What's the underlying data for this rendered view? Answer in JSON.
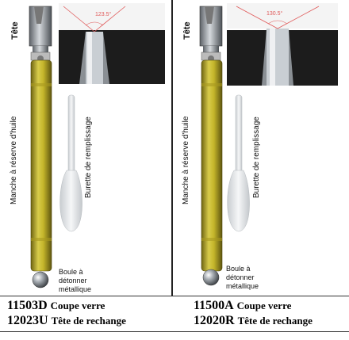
{
  "panels": [
    {
      "head_label": "Tête",
      "handle_label": "Manche à réserve d'huile",
      "burette_label": "Burette de remplissage",
      "ball_note": [
        "Boule à",
        "détonner",
        "métallique"
      ],
      "angle": "123.5°"
    },
    {
      "head_label": "Tête",
      "handle_label": "Manche à réserve d'huile",
      "burette_label": "Burette de remplissage",
      "ball_note": [
        "Boule à",
        "détonner",
        "métallique"
      ],
      "angle": "130.5°"
    }
  ],
  "products": [
    {
      "rows": [
        {
          "code": "11503D",
          "desc": "Coupe verre"
        },
        {
          "code": "12023U",
          "desc": "Tête de rechange"
        }
      ]
    },
    {
      "rows": [
        {
          "code": "11500A",
          "desc": "Coupe verre"
        },
        {
          "code": "12020R",
          "desc": "Tête de rechange"
        }
      ]
    }
  ],
  "colors": {
    "handle": "#c4b52a",
    "handle_dark": "#6f6512",
    "metal": "#9aa0a6",
    "burette": "#e6e8ea"
  }
}
